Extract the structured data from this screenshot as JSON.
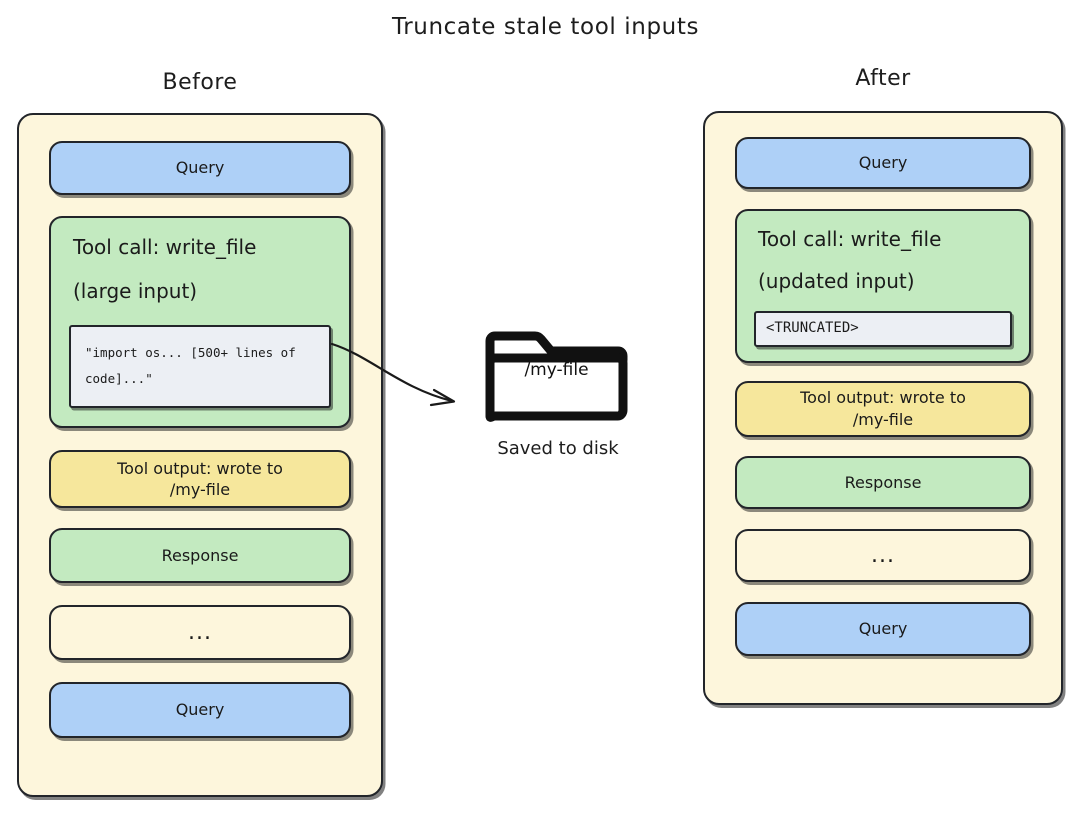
{
  "title": "Truncate stale tool inputs",
  "colors": {
    "query": "#aed0f7",
    "tool_call": "#c3eac0",
    "tool_output": "#f6e79c",
    "response": "#c3eac0",
    "context_bg": "#fdf6dc",
    "code_bg": "#eceff4",
    "stroke": "#22252a"
  },
  "before": {
    "heading": "Before",
    "query_top": "Query",
    "tool_call": {
      "line1": "Tool call: write_file",
      "line2": "(large input)",
      "code_line1": "\"import os...",
      "code_line2": "[500+ lines of code]...\""
    },
    "tool_output": {
      "line1": "Tool output: wrote to",
      "line2": "/my-file"
    },
    "response": "Response",
    "ellipsis": "...",
    "query_bottom": "Query"
  },
  "after": {
    "heading": "After",
    "query_top": "Query",
    "tool_call": {
      "line1": "Tool call: write_file",
      "line2": "(updated input)",
      "code_line1": "<TRUNCATED>"
    },
    "tool_output": {
      "line1": "Tool output: wrote to",
      "line2": "/my-file"
    },
    "response": "Response",
    "ellipsis": "...",
    "query_bottom": "Query"
  },
  "disk": {
    "folder_label": "/my-file",
    "caption": "Saved to disk",
    "icon": "folder-icon",
    "arrow": "curved-arrow"
  }
}
